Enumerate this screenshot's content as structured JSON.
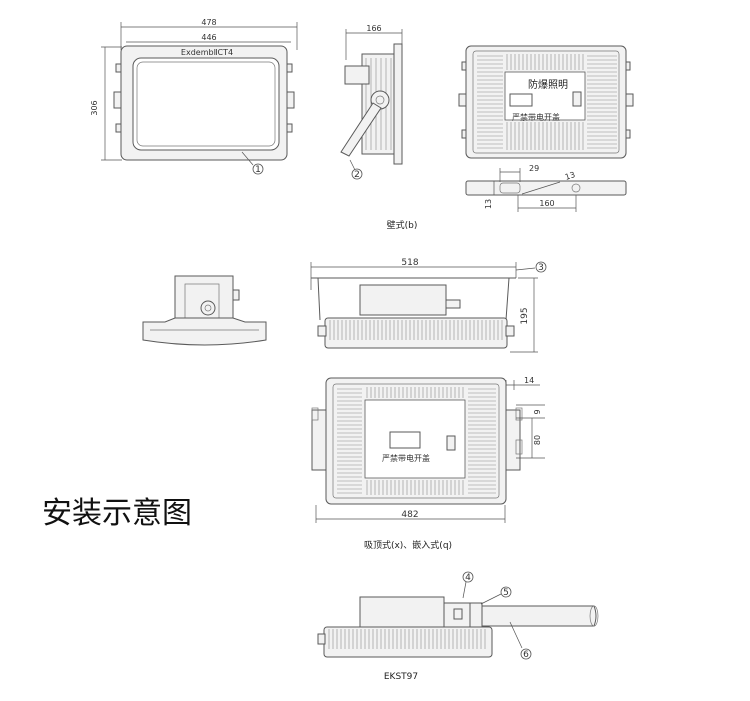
{
  "heading": "安装示意图",
  "view1": {
    "dim_total_width": "478",
    "dim_inner_width": "446",
    "dim_height": "306",
    "marking": "ExdembⅡCT4",
    "callout": "1"
  },
  "view2": {
    "dim_depth": "166",
    "callout": "2"
  },
  "view3": {
    "warning_title": "防爆照明",
    "warning_text": "严禁带电开盖",
    "dim_29": "29",
    "dim_13a": "13",
    "dim_13b": "13",
    "dim_160": "160"
  },
  "caption_wall": "壁式(b)",
  "view4": {
    "dim_width": "518",
    "dim_height": "195",
    "callout": "3"
  },
  "view5": {
    "warning_text": "严禁带电开盖",
    "dim_14": "14",
    "dim_9": "9",
    "dim_80": "80",
    "dim_482": "482"
  },
  "caption_ceiling": "吸顶式(x)、嵌入式(q)",
  "view6": {
    "callout4": "4",
    "callout5": "5",
    "callout6": "6"
  },
  "caption_model": "EKST97"
}
